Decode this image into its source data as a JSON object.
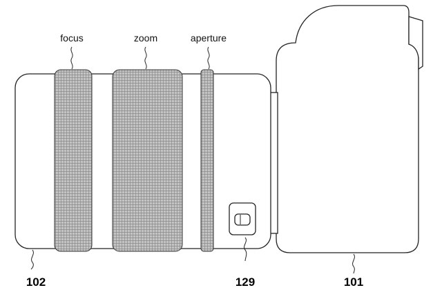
{
  "ring_labels": {
    "focus": "focus",
    "zoom": "zoom",
    "aperture": "aperture"
  },
  "reference_numerals": {
    "lens": "102",
    "switch": "129",
    "body": "101"
  },
  "colors": {
    "line": "#222222",
    "ring_fill": "#bdbdbd",
    "background": "#ffffff"
  }
}
